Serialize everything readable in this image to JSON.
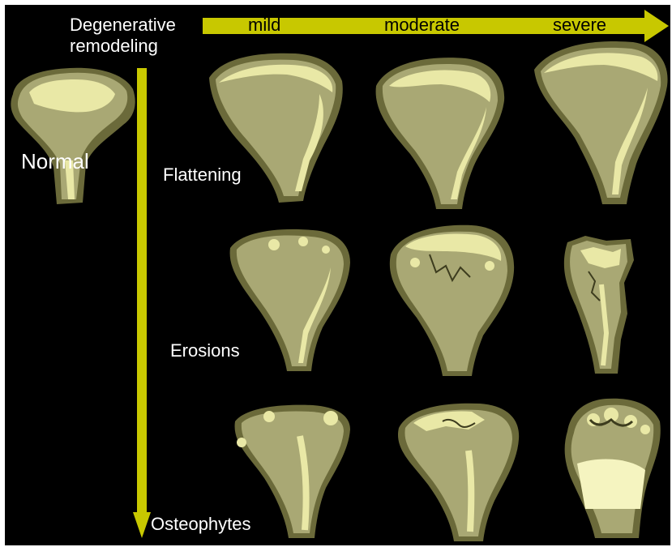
{
  "figure": {
    "title_line1": "Degenerative",
    "title_line2": "remodeling",
    "severity_labels": [
      "mild",
      "moderate",
      "severe"
    ],
    "normal_label": "Normal",
    "row_labels": [
      "Flattening",
      "Erosions",
      "Osteophytes"
    ],
    "colors": {
      "background": "#000000",
      "arrow": "#c8c800",
      "bone_dark": "#6b6a3a",
      "bone_mid": "#a9a874",
      "bone_light": "#e9e8a6",
      "text": "#ffffff"
    }
  },
  "panels": [
    {
      "row": "normal",
      "severity": "none"
    },
    {
      "row": "Flattening",
      "severity": "mild"
    },
    {
      "row": "Flattening",
      "severity": "moderate"
    },
    {
      "row": "Flattening",
      "severity": "severe"
    },
    {
      "row": "Erosions",
      "severity": "mild"
    },
    {
      "row": "Erosions",
      "severity": "moderate"
    },
    {
      "row": "Erosions",
      "severity": "severe"
    },
    {
      "row": "Osteophytes",
      "severity": "mild"
    },
    {
      "row": "Osteophytes",
      "severity": "moderate"
    },
    {
      "row": "Osteophytes",
      "severity": "severe"
    }
  ]
}
